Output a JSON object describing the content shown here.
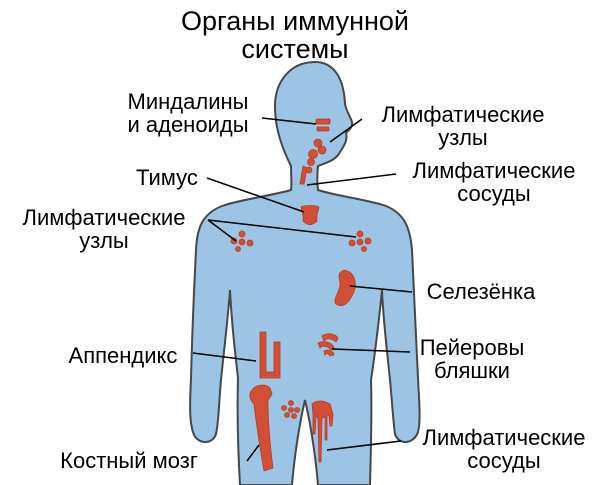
{
  "title": {
    "line1": "Органы иммунной",
    "line2": "системы"
  },
  "labels": {
    "tonsils": [
      "Миндалины",
      "и аденоиды"
    ],
    "lymph_nodes_neck": [
      "Лимфатические",
      "узлы"
    ],
    "thymus": [
      "Тимус"
    ],
    "lymph_vessels_upper": [
      "Лимфатические",
      "сосуды"
    ],
    "lymph_nodes_axillary": [
      "Лимфатические",
      "узлы"
    ],
    "spleen": [
      "Селезёнка"
    ],
    "appendix": [
      "Аппендикс"
    ],
    "peyers_patches": [
      "Пейеровы",
      "бляшки"
    ],
    "bone_marrow": [
      "Костный мозг"
    ],
    "lymph_vessels_lower": [
      "Лимфатические",
      "сосуды"
    ]
  },
  "colors": {
    "body": "#9cc4e4",
    "outline": "#47474a",
    "organ": "#d24f35",
    "text": "#000000",
    "background": "#ffffff"
  }
}
